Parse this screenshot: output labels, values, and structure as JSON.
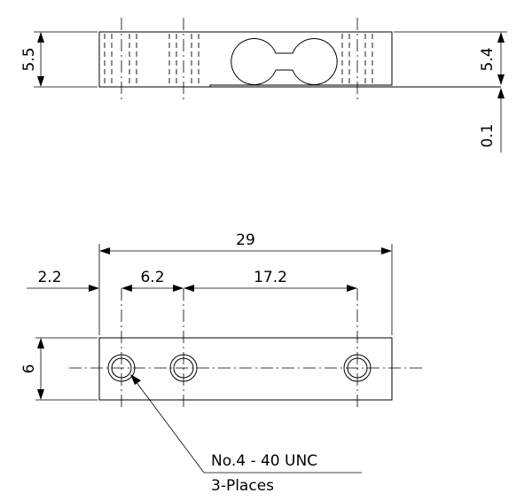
{
  "dimensions": {
    "side_height": "5.5",
    "right_height": "5.4",
    "offset": "0.1",
    "overall_length": "29",
    "edge_to_hole": "2.2",
    "hole_pitch_1": "6.2",
    "hole_pitch_2": "17.2",
    "top_width": "6"
  },
  "callout": {
    "thread": "No.4 - 40 UNC",
    "count": "3-Places"
  }
}
